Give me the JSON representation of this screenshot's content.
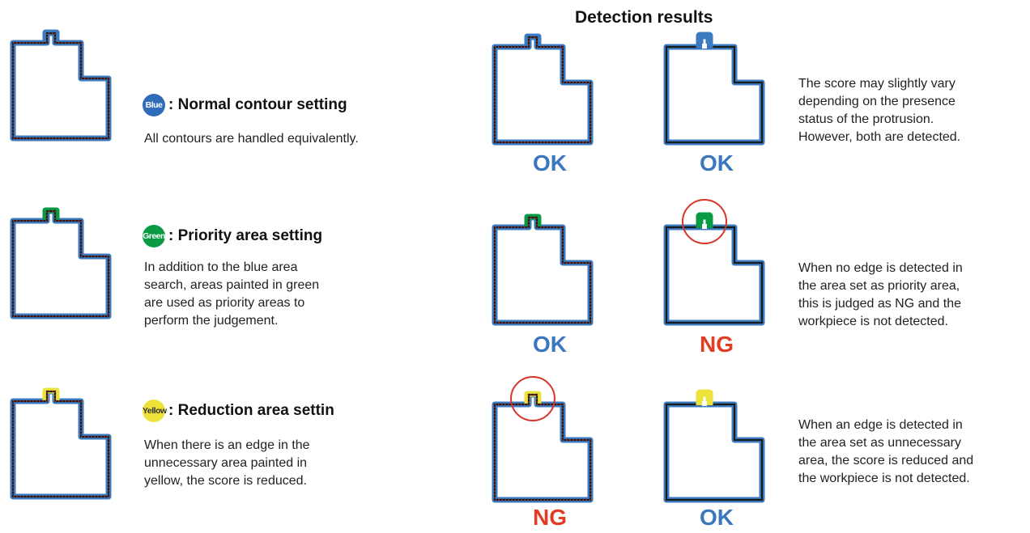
{
  "title": "Detection results",
  "colors": {
    "blue": "#3a7bc2",
    "green": "#0a9a45",
    "yellow": "#ece23a",
    "ok": "#3a77bd",
    "ng": "#e23c24",
    "circle": "#d8352a"
  },
  "settings": [
    {
      "badge": "Blue",
      "heading": ": Normal contour setting",
      "description": [
        "All contours are handled equivalently."
      ]
    },
    {
      "badge": "Green",
      "heading": ": Priority area setting",
      "description": [
        "In addition to the blue area",
        "search, areas painted in green",
        "are used as priority areas to",
        "perform the judgement."
      ]
    },
    {
      "badge": "Yellow",
      "heading": ": Reduction area settin",
      "description": [
        "When there is an edge in the",
        "unnecessary area painted in",
        "yellow, the score is reduced."
      ]
    }
  ],
  "results": [
    {
      "left": "OK",
      "right": "OK",
      "note": [
        "The score may slightly vary",
        "depending on the presence",
        "status of the protrusion.",
        "However, both are detected."
      ]
    },
    {
      "left": "OK",
      "right": "NG",
      "note": [
        "When no edge is detected in",
        "the area set as priority area,",
        "this is judged as NG and the",
        "workpiece is not detected."
      ]
    },
    {
      "left": "NG",
      "right": "OK",
      "note": [
        "When an edge is detected in",
        "the area set as unnecessary",
        "area, the score is reduced and",
        "the workpiece is not detected."
      ]
    }
  ]
}
